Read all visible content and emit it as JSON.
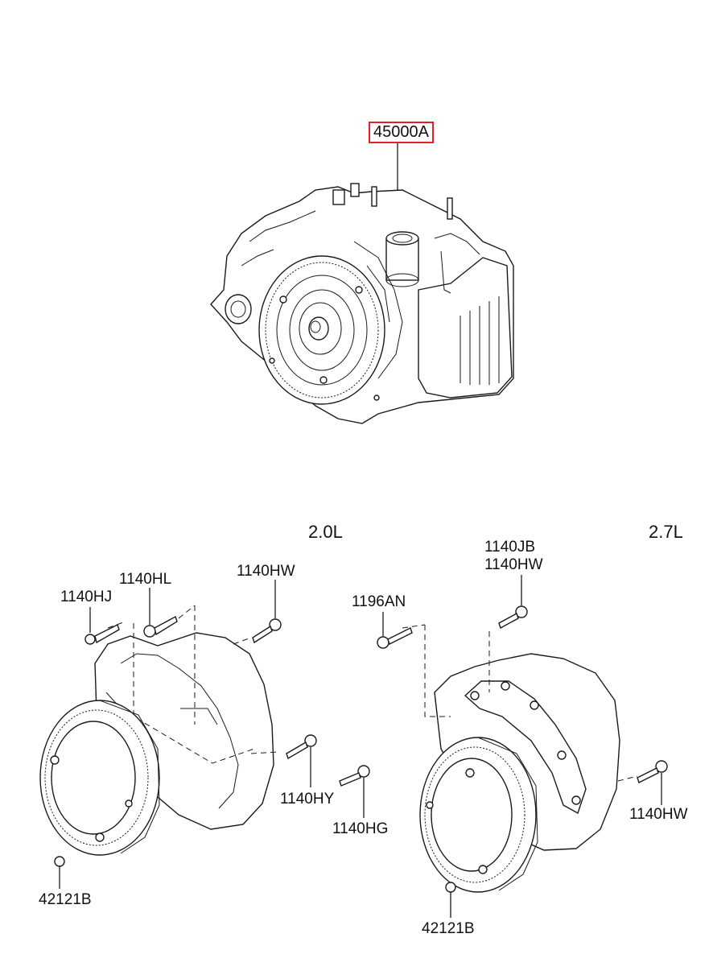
{
  "main_part": {
    "code": "45000A"
  },
  "variants": [
    {
      "engine": "2.0L",
      "parts": {
        "bolt_a": "1140HJ",
        "bolt_b": "1140HL",
        "bolt_c": "1140HW",
        "bolt_d": "1140HY",
        "bolt_e": "1140HG",
        "plate_bolt": "42121B"
      }
    },
    {
      "engine": "2.7L",
      "parts": {
        "bolt_top_1": "1140JB",
        "bolt_top_2": "1140HW",
        "bolt_left": "1196AN",
        "bolt_right": "1140HW",
        "plate_bolt": "42121B"
      }
    }
  ]
}
